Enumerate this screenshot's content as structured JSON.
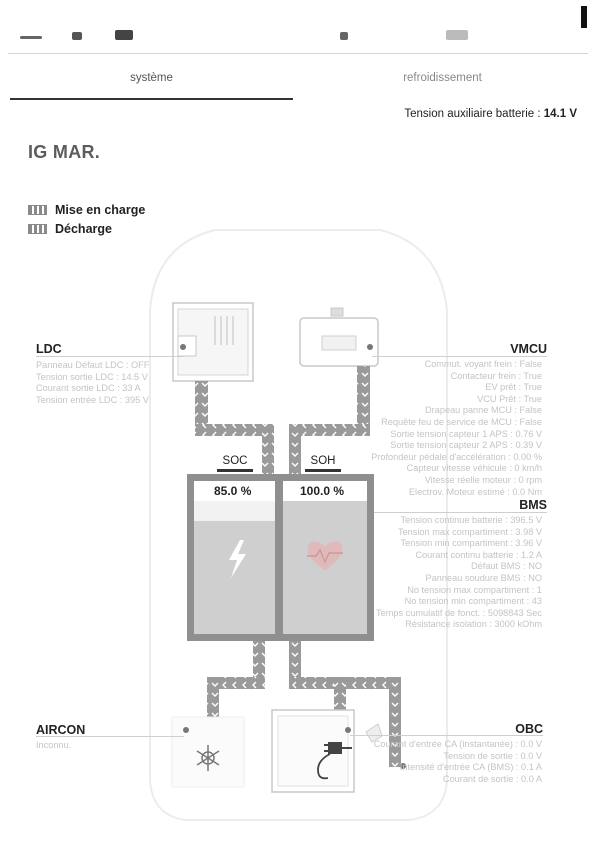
{
  "tabs": {
    "active": "système",
    "inactive": "refroidissement"
  },
  "aux_battery": {
    "label": "Tension auxiliaire batterie :",
    "value": "14.1 V"
  },
  "vehicle": "IG MAR.",
  "legend": {
    "charge": "Mise en charge",
    "discharge": "Décharge"
  },
  "ldc": {
    "title": "LDC",
    "rows": [
      "Panneau Défaut LDC : OFF",
      "Tension sortie LDC : 14.5 V",
      "Courant sortie LDC : 33 A",
      "Tension entrée LDC : 395 V"
    ]
  },
  "vmcu": {
    "title": "VMCU",
    "rows": [
      "Commut. voyant frein : False",
      "Contacteur frein : True",
      "EV prêt : True",
      "VCU Prêt : True",
      "Drapeau panne MCU : False",
      "Requête feu de service de MCU : False",
      "Sortie tension capteur 1 APS : 0.76 V",
      "Sortie tension capteur 2 APS : 0.39 V",
      "Profondeur pédale d'accélération : 0.00 %",
      "Capteur vitesse véhicule : 0 km/h",
      "Vitesse réelle moteur : 0 rpm",
      "Electrov. Moteur estimé : 0.0 Nm"
    ]
  },
  "bms": {
    "title": "BMS",
    "rows": [
      "Tension continue batterie : 396.5 V",
      "Tension max compartiment : 3.98 V",
      "Tension min compartiment : 3.96 V",
      "Courant continu batterie : 1.2 A",
      "Défaut BMS : NO",
      "Panneau soudure BMS : NO",
      "No tension max compartiment : 1",
      "No tension min compartiment : 43",
      "Temps cumulatif de fonct. : 5098843 Sec",
      "Résistance isolation : 3000 kOhm"
    ]
  },
  "soc": {
    "label": "SOC",
    "value": "85.0 %",
    "fraction": 0.85
  },
  "soh": {
    "label": "SOH",
    "value": "100.0 %",
    "fraction": 1.0
  },
  "aircon": {
    "title": "AIRCON",
    "rows": [
      "Inconnu."
    ]
  },
  "obc": {
    "title": "OBC",
    "rows": [
      "Courant d'entrée CA (instantanée) : 0.0 V",
      "Tension de sortie : 0.0 V",
      "Intensité d'entrée CA (BMS) : 0.1 A",
      "Courant de sortie : 0.0 A"
    ]
  },
  "colors": {
    "pipe": "#9a9a9a",
    "battery_frame": "#8f8f8f",
    "battery_fill": "#cfcfcf",
    "battery_empty": "#f2f2f2",
    "icon_white": "#ffffff",
    "heart": "#e3b4b4"
  },
  "icons": [
    "bolt-icon",
    "heart-pulse-icon",
    "fan-icon",
    "charge-plug-icon",
    "ldc-module-icon",
    "vmcu-module-icon"
  ]
}
